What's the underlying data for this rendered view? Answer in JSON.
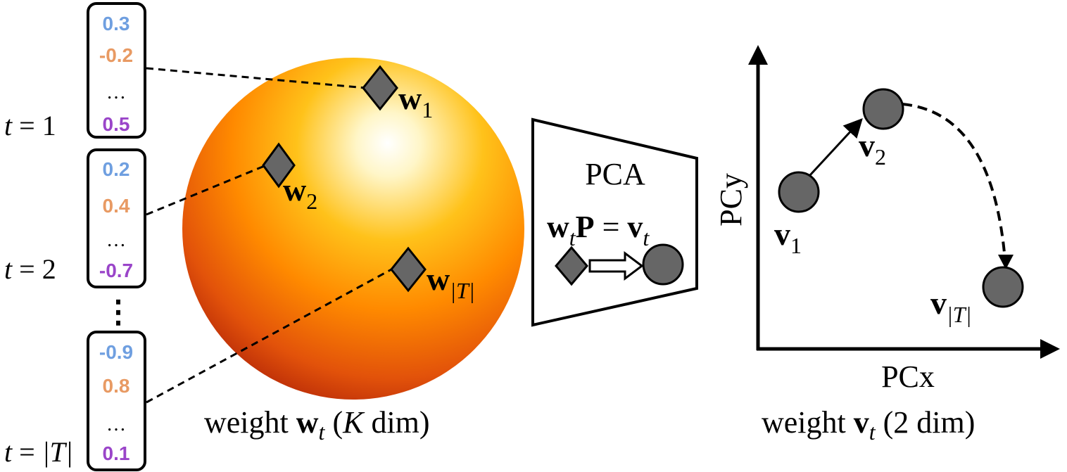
{
  "colors": {
    "value_blue": "#6f9fe0",
    "value_orange": "#e89a63",
    "value_purple": "#9a45c9",
    "marker_fill": "#666666",
    "sphere_light": "#fffbe6",
    "sphere_mid": "#ffb000",
    "sphere_dark": "#c0260a"
  },
  "timesteps": [
    {
      "t_prefix": "t",
      "t_eq": " = ",
      "t_value": "1",
      "values": [
        "0.3",
        "-0.2",
        "…",
        "0.5"
      ]
    },
    {
      "t_prefix": "t",
      "t_eq": " = ",
      "t_value": "2",
      "values": [
        "0.2",
        "0.4",
        "…",
        "-0.7"
      ]
    },
    {
      "t_prefix": "t",
      "t_eq": " = ",
      "t_value": "|T|",
      "values": [
        "-0.9",
        "0.8",
        "…",
        "0.1"
      ]
    }
  ],
  "vertical_ellipsis": "⋮",
  "sphere": {
    "points": [
      {
        "base": "w",
        "sub": "1"
      },
      {
        "base": "w",
        "sub": "2"
      },
      {
        "base": "w",
        "sub": "|T|"
      }
    ],
    "caption_pre": "weight ",
    "caption_bold": "w",
    "caption_sub": "t",
    "caption_post_open": " (",
    "caption_italic": "K",
    "caption_post": " dim)"
  },
  "pca": {
    "title": "PCA",
    "eq_w": "w",
    "eq_w_sub": "t",
    "eq_P": "P",
    "eq_equals": " = ",
    "eq_v": "v",
    "eq_v_sub": "t"
  },
  "plot": {
    "xlabel": "PCx",
    "ylabel": "PCy",
    "points": [
      {
        "base": "v",
        "sub": "1"
      },
      {
        "base": "v",
        "sub": "2"
      },
      {
        "base": "v",
        "sub": "|T|"
      }
    ],
    "caption_pre": "weight ",
    "caption_bold": "v",
    "caption_sub": "t",
    "caption_post": " (2 dim)"
  }
}
